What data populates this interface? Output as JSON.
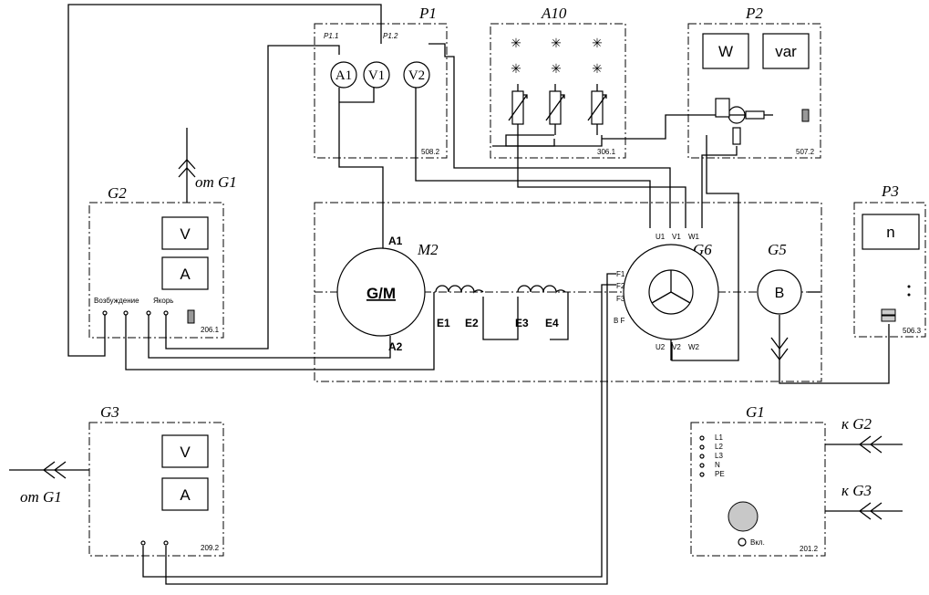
{
  "modules": {
    "p1": {
      "label": "P1",
      "code": "508.2",
      "term1": "P1.1",
      "term2": "P1.2",
      "meters": [
        "A1",
        "V1",
        "V2"
      ]
    },
    "a10": {
      "label": "A10",
      "code": "306.1"
    },
    "p2": {
      "label": "P2",
      "code": "507.2",
      "meter_w": "W",
      "meter_var": "var"
    },
    "p3": {
      "label": "P3",
      "code": "506.3",
      "meter_n": "n"
    },
    "g2": {
      "label": "G2",
      "code": "206.1",
      "meter_v": "V",
      "meter_a": "A",
      "text_excitation": "Возбуждение",
      "text_armature": "Якорь",
      "supply": "от G1"
    },
    "g3": {
      "label": "G3",
      "code": "209.2",
      "meter_v": "V",
      "meter_a": "A",
      "supply": "от G1"
    },
    "g1": {
      "label": "G1",
      "code": "201.2",
      "terminals": [
        "L1",
        "L2",
        "L3",
        "N",
        "PE"
      ],
      "switch_label": "Вкл.",
      "to_g2": "к G2",
      "to_g3": "к G3"
    },
    "m2": {
      "label": "M2",
      "machine": "G/M",
      "a1": "A1",
      "a2": "A2",
      "e1": "E1",
      "e2": "E2",
      "e3": "E3",
      "e4": "E4"
    },
    "g6": {
      "label": "G6",
      "top_terms": [
        "U1",
        "V1",
        "W1"
      ],
      "bottom_terms": [
        "U2",
        "V2",
        "W2"
      ],
      "field_terms": [
        "F1",
        "F2",
        "F3",
        "B F"
      ]
    },
    "g5": {
      "label": "G5",
      "symbol": "B"
    }
  },
  "colors": {
    "line": "#000000",
    "lamp_fill": "#c8c8c8"
  }
}
